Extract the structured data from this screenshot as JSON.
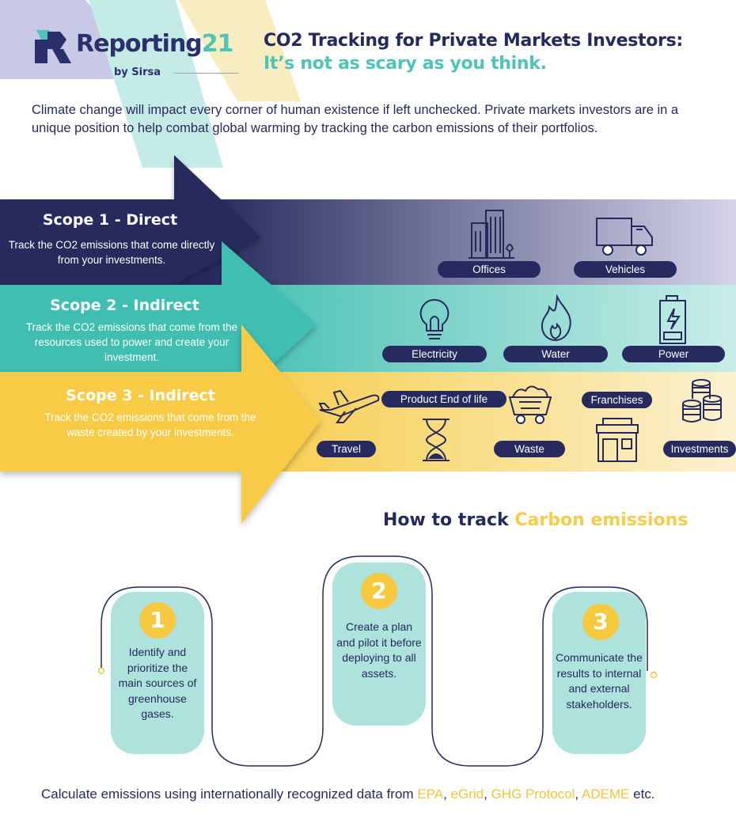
{
  "brand": {
    "name": "Reporting",
    "number": "21",
    "by": "by Sirsa"
  },
  "header": {
    "title": "CO2 Tracking for Private Markets Investors:",
    "subtitle": "It’s not as scary as you think."
  },
  "intro": "Climate change will impact every corner of human existence if left unchecked. Private markets investors are in a unique position to help combat global warming by tracking the carbon emissions of their portfolios.",
  "scopes": [
    {
      "title": "Scope 1 - Direct",
      "description": "Track the CO2 emissions that come directly from your investments.",
      "items": [
        "Offices",
        "Vehicles"
      ]
    },
    {
      "title": "Scope 2 - Indirect",
      "description": "Track the CO2 emissions that come from the resources used to power and create your investment.",
      "items": [
        "Electricity",
        "Water",
        "Power"
      ]
    },
    {
      "title": "Scope 3 - Indirect",
      "description": "Track the CO2 emissions that come from the waste created by your investments.",
      "items": [
        "Travel",
        "Product End of life",
        "Waste",
        "Franchises",
        "Investments"
      ]
    }
  ],
  "how_to": {
    "title_prefix": "How to track",
    "title_accent": "Carbon emissions",
    "steps": [
      {
        "number": "1",
        "text": "Identify and prioritize the main sources of greenhouse gases."
      },
      {
        "number": "2",
        "text": "Create a plan and pilot it before deploying to all assets."
      },
      {
        "number": "3",
        "text": "Communicate the results to internal and external stakeholders."
      }
    ]
  },
  "footer": {
    "prefix": "Calculate emissions using internationally recognized data from",
    "sources": [
      "EPA",
      "eGrid",
      "GHG Protocol",
      "ADEME"
    ],
    "suffix": "etc."
  },
  "colors": {
    "navy": "#252a5c",
    "teal": "#4ec3b7",
    "yellow": "#f6cd4b",
    "lavender": "#c6c8e6",
    "mint": "#bde9e3",
    "cream": "#f9ebb7"
  }
}
